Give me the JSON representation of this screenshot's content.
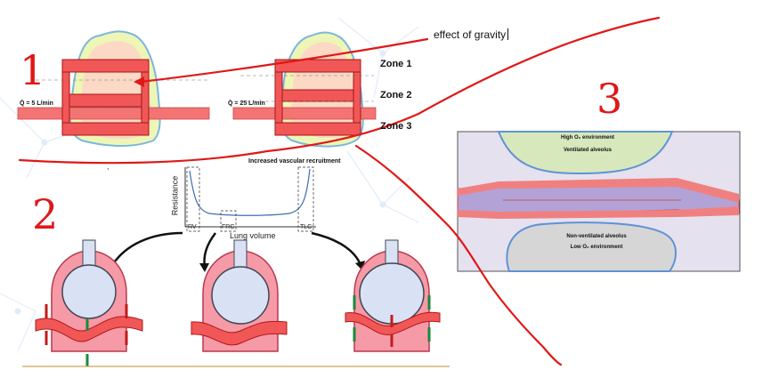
{
  "annotation": {
    "text": "effect of gravity"
  },
  "handwritten_numbers": {
    "one": "1",
    "two": "2",
    "three": "3"
  },
  "zones": {
    "zone1": "Zone 1",
    "zone2": "Zone 2",
    "zone3": "Zone 3"
  },
  "flow": {
    "left": "Q̇ = 5 L/min",
    "right": "Q̇ = 25 L/min"
  },
  "resistance_plot": {
    "title": "Increased vascular recruitment",
    "ylabel": "Resistance",
    "xlabel": "Lung volume",
    "ticks": {
      "rv": "RV",
      "frc": "FRC",
      "tlc": "TLC"
    }
  },
  "inset": {
    "top_line1": "High O₂ environment",
    "top_line2": "Ventilated alveolus",
    "bottom_line1": "Non-ventilated alveolus",
    "bottom_line2": "Low O₂ environment"
  },
  "colors": {
    "ink": "#e01818",
    "vessel": "#f07070",
    "lung": "#fbe3c9"
  }
}
